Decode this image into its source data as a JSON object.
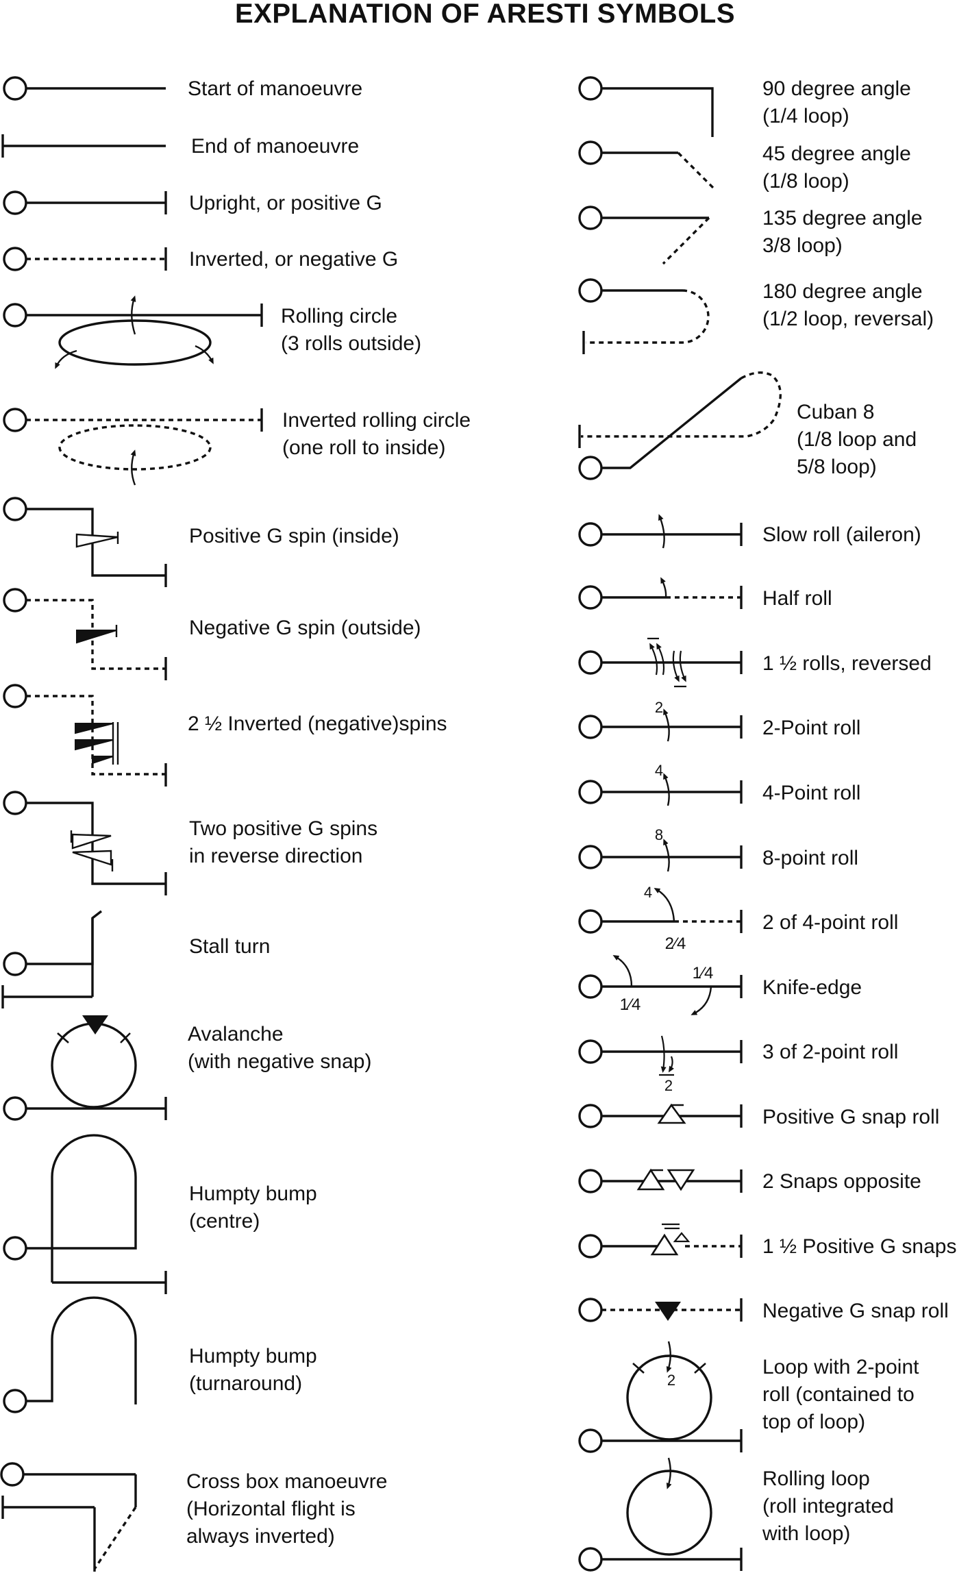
{
  "title": "EXPLANATION OF ARESTI SYMBOLS",
  "left_column": [
    {
      "id": "start",
      "lines": [
        "Start of manoeuvre"
      ]
    },
    {
      "id": "end",
      "lines": [
        "End of manoeuvre"
      ]
    },
    {
      "id": "upright",
      "lines": [
        "Upright, or positive G"
      ]
    },
    {
      "id": "inverted",
      "lines": [
        "Inverted, or negative G"
      ]
    },
    {
      "id": "rolling-circle",
      "lines": [
        "Rolling circle",
        "(3 rolls outside)"
      ]
    },
    {
      "id": "inverted-rolling-circle",
      "lines": [
        "Inverted rolling circle",
        "(one roll to inside)"
      ]
    },
    {
      "id": "positive-spin",
      "lines": [
        "Positive G spin (inside)"
      ]
    },
    {
      "id": "negative-spin",
      "lines": [
        "Negative G spin (outside)"
      ]
    },
    {
      "id": "inverted-spins",
      "lines": [
        "2 ½ Inverted (negative)spins"
      ]
    },
    {
      "id": "two-spins",
      "lines": [
        "Two positive G spins",
        "in reverse direction"
      ]
    },
    {
      "id": "stall-turn",
      "lines": [
        "Stall turn"
      ]
    },
    {
      "id": "avalanche",
      "lines": [
        "Avalanche",
        "(with negative snap)"
      ]
    },
    {
      "id": "humpty-centre",
      "lines": [
        "Humpty bump",
        "(centre)"
      ]
    },
    {
      "id": "humpty-turnaround",
      "lines": [
        "Humpty bump",
        "(turnaround)"
      ]
    },
    {
      "id": "cross-box",
      "lines": [
        "Cross box manoeuvre",
        "(Horizontal flight is",
        "always inverted)"
      ]
    }
  ],
  "right_column": [
    {
      "id": "angle-90",
      "lines": [
        "90 degree angle",
        "(1/4 loop)"
      ]
    },
    {
      "id": "angle-45",
      "lines": [
        "45 degree angle",
        "(1/8 loop)"
      ]
    },
    {
      "id": "angle-135",
      "lines": [
        "135 degree angle",
        "3/8 loop)"
      ]
    },
    {
      "id": "angle-180",
      "lines": [
        "180 degree angle",
        "(1/2 loop, reversal)"
      ]
    },
    {
      "id": "cuban-8",
      "lines": [
        "Cuban 8",
        "(1/8 loop and",
        "5/8 loop)"
      ]
    },
    {
      "id": "slow-roll",
      "lines": [
        "Slow roll (aileron)"
      ]
    },
    {
      "id": "half-roll",
      "lines": [
        "Half roll"
      ]
    },
    {
      "id": "one-half-rolls",
      "lines": [
        "1 ½ rolls, reversed"
      ]
    },
    {
      "id": "two-point-roll",
      "lines": [
        "2-Point roll"
      ]
    },
    {
      "id": "four-point-roll",
      "lines": [
        "4-Point roll"
      ]
    },
    {
      "id": "eight-point-roll",
      "lines": [
        "8-point roll"
      ]
    },
    {
      "id": "two-of-four",
      "lines": [
        "2 of 4-point roll"
      ]
    },
    {
      "id": "knife-edge",
      "lines": [
        "Knife-edge"
      ]
    },
    {
      "id": "three-of-two",
      "lines": [
        "3 of 2-point roll"
      ]
    },
    {
      "id": "pos-snap",
      "lines": [
        "Positive G snap roll"
      ]
    },
    {
      "id": "two-snaps",
      "lines": [
        "2 Snaps opposite"
      ]
    },
    {
      "id": "one-half-snaps",
      "lines": [
        "1 ½ Positive G snaps"
      ]
    },
    {
      "id": "neg-snap",
      "lines": [
        "Negative G snap roll"
      ]
    },
    {
      "id": "loop-roll",
      "lines": [
        "Loop with 2-point",
        "roll (contained to",
        "top of loop)"
      ]
    },
    {
      "id": "rolling-loop",
      "lines": [
        "Rolling loop",
        "(roll integrated",
        "with loop)"
      ]
    }
  ],
  "symbol_marks": {
    "two": "2",
    "four": "4",
    "eight": "8",
    "two_quarters": "2⁄4",
    "one_quarter": "1⁄4"
  }
}
